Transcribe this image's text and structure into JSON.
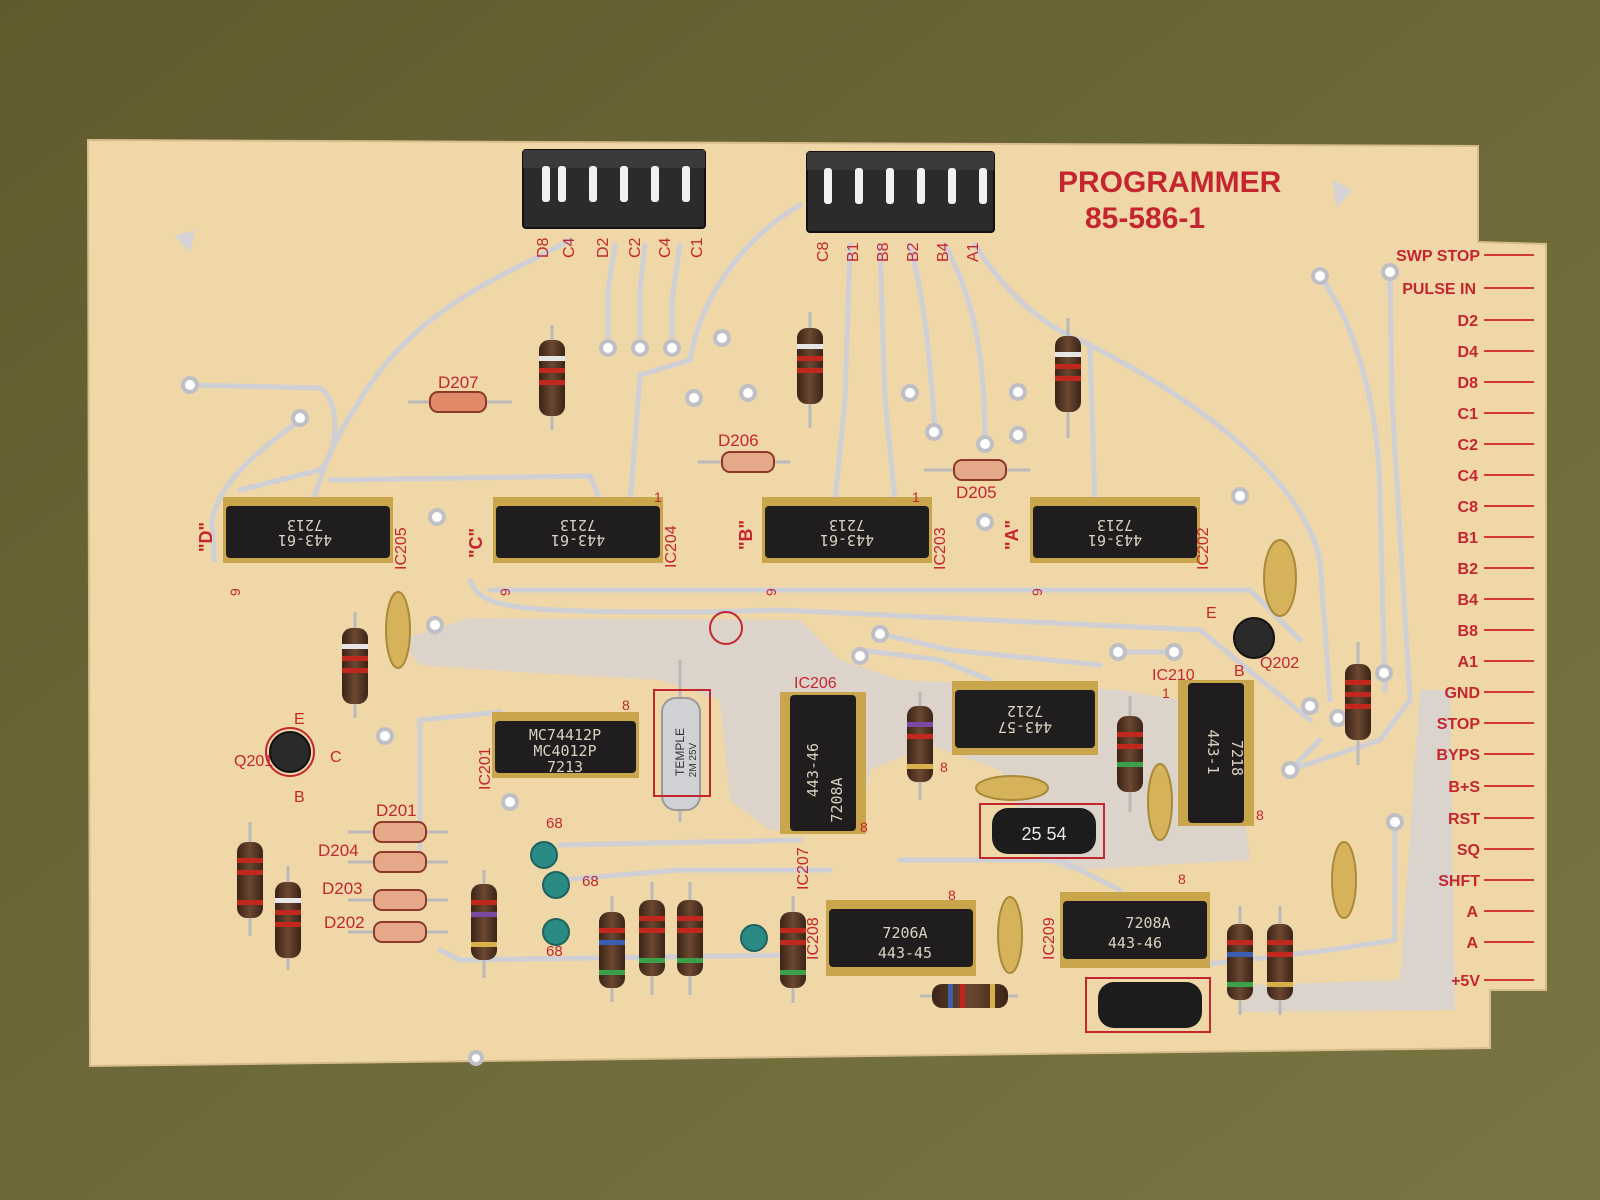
{
  "board": {
    "title": "PROGRAMMER",
    "part_number": "85-586-1"
  },
  "edge_labels": [
    "SWP STOP",
    "PULSE IN",
    "D2",
    "D4",
    "D8",
    "C1",
    "C2",
    "C4",
    "C8",
    "B1",
    "B2",
    "B4",
    "B8",
    "A1",
    "GND",
    "STOP",
    "BYPS",
    "B+S",
    "RST",
    "SQ",
    "SHFT",
    "A",
    "A",
    "+5V"
  ],
  "connector_left_labels": [
    "D8",
    "C4",
    "D2",
    "C2",
    "C4",
    "C1"
  ],
  "connector_right_labels": [
    "C8",
    "B1",
    "B8",
    "B2",
    "B4",
    "A1"
  ],
  "ics": [
    {
      "ref": "IC205",
      "group": "\"D\"",
      "line1": "443-61",
      "line2": "7213"
    },
    {
      "ref": "IC204",
      "group": "\"C\"",
      "line1": "443-61",
      "line2": "7213"
    },
    {
      "ref": "IC203",
      "group": "\"B\"",
      "line1": "443-61",
      "line2": "7213"
    },
    {
      "ref": "IC202",
      "group": "\"A\"",
      "line1": "443-61",
      "line2": "7213"
    },
    {
      "ref": "IC201",
      "line1": "MC74412P",
      "line2": "MC4012P",
      "line3": "7213"
    },
    {
      "ref": "IC206",
      "line1": "7208A",
      "line2": "443-46"
    },
    {
      "ref": "IC207",
      "line1": "443-57",
      "line2": "7212"
    },
    {
      "ref": "IC210",
      "line1": "7218",
      "line2": "443-1"
    },
    {
      "ref": "IC208",
      "line1": "7206A",
      "line2": "443-45"
    },
    {
      "ref": "IC209",
      "line1": "7208A",
      "line2": "443-46"
    }
  ],
  "diodes": [
    "D207",
    "D206",
    "D205",
    "D201",
    "D204",
    "D203",
    "D202"
  ],
  "transistors": [
    {
      "ref": "Q201",
      "pins": [
        "E",
        "C",
        "B"
      ]
    },
    {
      "ref": "Q202",
      "pins": [
        "E",
        "B"
      ]
    }
  ],
  "electrolytic_caps": [
    {
      "brand": "TEMPLE",
      "text": "2M 25V"
    },
    {
      "text": "25 54"
    }
  ],
  "tantalum_values": [
    "68",
    "68",
    "68"
  ],
  "pin_marks": {
    "one": "1",
    "nine": "9",
    "eight": "8"
  },
  "colors": {
    "background": "#6e6a3a",
    "board": "#efd7a8",
    "silkscreen": "#c4262f",
    "trace": "#cfcfd6",
    "chip": "#1f1d1d",
    "pin_gold": "#c9a54b"
  }
}
